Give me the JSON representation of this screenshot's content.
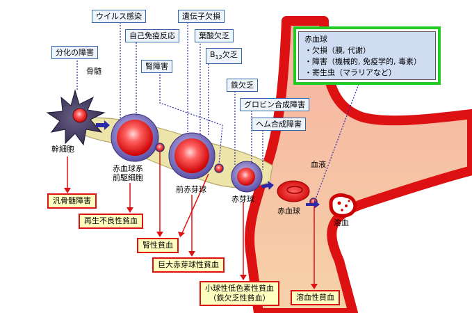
{
  "causes": {
    "differentiation_failure": "分化の障害",
    "viral_infection": "ウイルス感染",
    "autoimmune": "自己免疫反応",
    "renal_failure": "腎障害",
    "genetic_defect": "遺伝子欠損",
    "folate_deficiency": "葉酸欠乏",
    "b12_prefix": "B",
    "b12_sub": "12",
    "b12_suffix": "欠乏",
    "iron_deficiency": "鉄欠乏",
    "globin_failure": "グロビン合成障害",
    "heme_failure": "ヘム合成障害"
  },
  "labels": {
    "bone_marrow": "骨髄",
    "stem_cell": "幹細胞",
    "bfu_line1": "赤血球系",
    "bfu_line2": "前駆細胞",
    "proerythroblast": "前赤芽球",
    "erythroblast": "赤芽球",
    "red_cell": "赤血球",
    "blood": "血液",
    "hemolysis": "溶血"
  },
  "diseases": {
    "panmyelopathy": "汎骨髄障害",
    "aplastic": "再生不良性貧血",
    "renal": "腎性貧血",
    "megaloblastic": "巨大赤芽球性貧血",
    "microcytic_line1": "小球性低色素性貧血",
    "microcytic_line2": "（鉄欠乏性貧血）",
    "hemolytic": "溶血性貧血"
  },
  "red_cell_box": {
    "title": "赤血球",
    "item1": "・欠損（膜, 代謝）",
    "item2": "・障害（機械的, 免疫学的, 毒素）",
    "item3": "・寄生虫（マラリアなど）"
  },
  "colors": {
    "vessel_red": "#dd1111",
    "disease_border": "#dd1111",
    "disease_fill": "#ffffc0",
    "cause_border": "#3366aa",
    "green_border": "#22cc22",
    "marrow_fill": "#ece4a8"
  }
}
